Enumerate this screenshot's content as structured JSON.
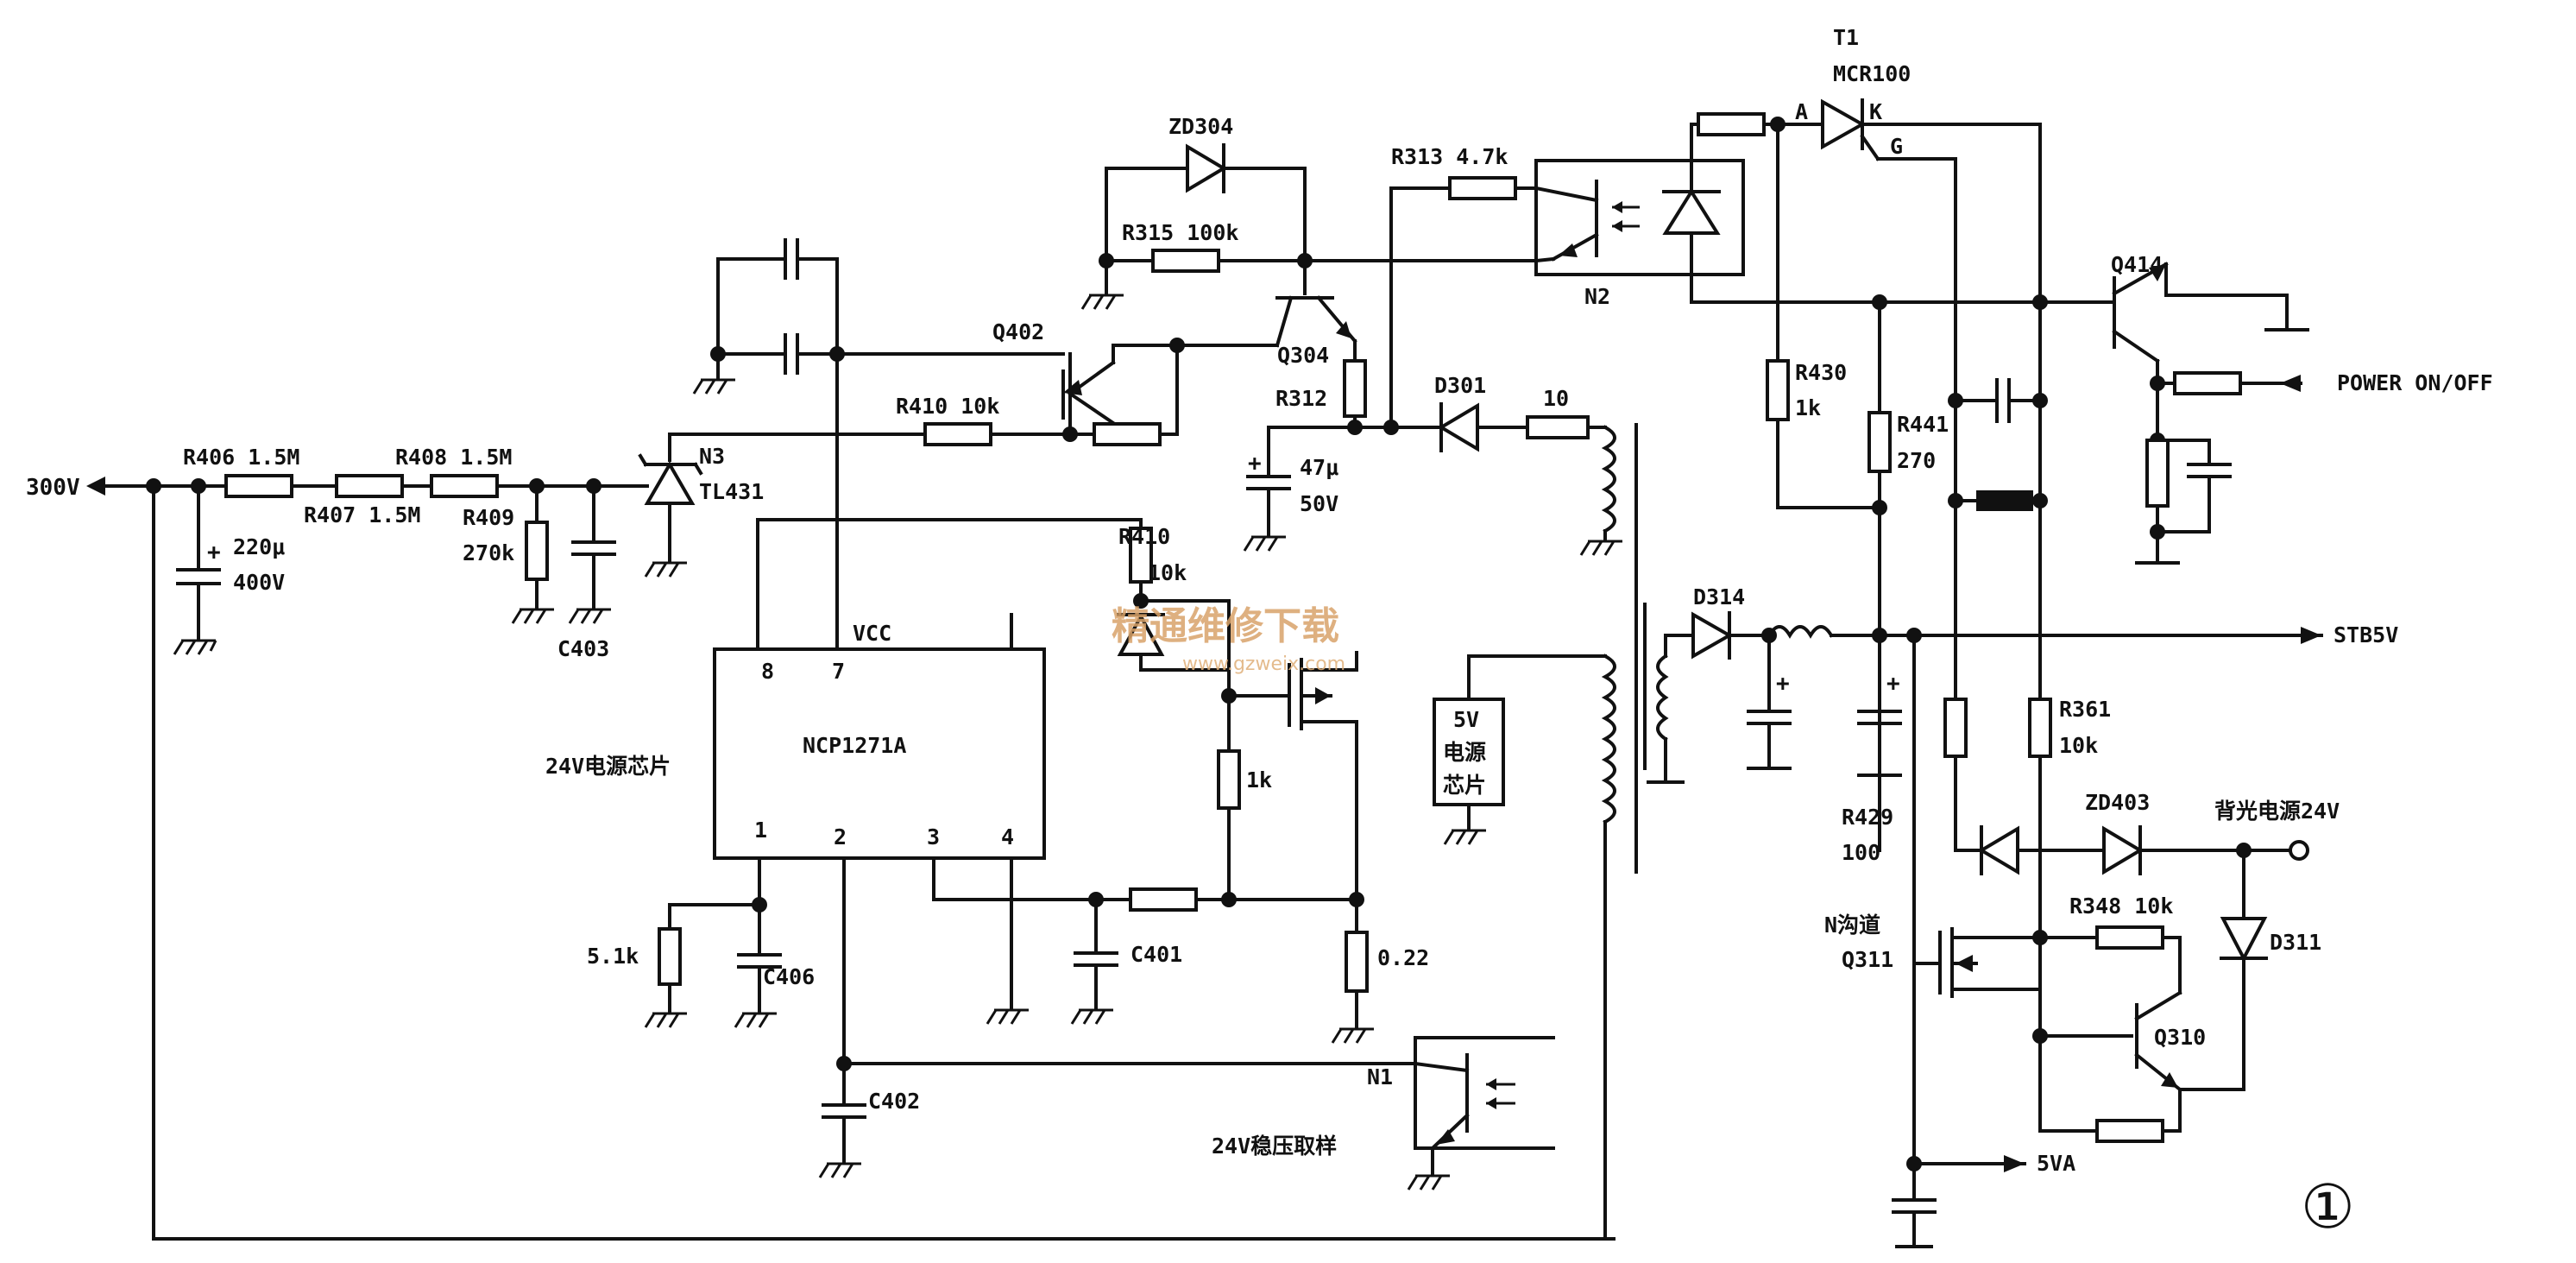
{
  "labels": {
    "input_300v": "300V",
    "r406": "R406 1.5M",
    "r407": "R407 1.5M",
    "r408": "R408 1.5M",
    "r409": "R409",
    "r409_val": "270k",
    "c_220": "220μ",
    "c_220_v": "400V",
    "c403": "C403",
    "n3": "N3",
    "tl431": "TL431",
    "q402": "Q402",
    "zd304": "ZD304",
    "r315": "R315 100k",
    "q304": "Q304",
    "r312": "R312",
    "r410_top": "R410 10k",
    "r313": "R313 4.7k",
    "d301": "D301",
    "ten": "10",
    "c47": "47μ",
    "c47_v": "50V",
    "r410_mid": "R410",
    "r410_mid_val": "10k",
    "vcc": "VCC",
    "pin8": "8",
    "pin7": "7",
    "pin1": "1",
    "pin2": "2",
    "pin3": "3",
    "pin4": "4",
    "chip": "NCP1271A",
    "chip_desc": "24V电源芯片",
    "r_1k": "1k",
    "r_022": "0.22",
    "r_51k": "5.1k",
    "c406": "C406",
    "c401": "C401",
    "c402": "C402",
    "n1": "N1",
    "n1_desc": "24V稳压取样",
    "chip5v_1": "5V",
    "chip5v_2": "电源",
    "chip5v_3": "芯片",
    "n2": "N2",
    "t1": "T1",
    "mcr100": "MCR100",
    "pin_a": "A",
    "pin_k": "K",
    "pin_g": "G",
    "r430": "R430",
    "r430_val": "1k",
    "r441": "R441",
    "r441_val": "270",
    "q414": "Q414",
    "power": "POWER ON/OFF",
    "d314": "D314",
    "stb5v": "STB5V",
    "r361": "R361",
    "r361_val": "10k",
    "r429": "R429",
    "r429_val": "100",
    "zd403": "ZD403",
    "backlight": "背光电源24V",
    "nch": "N沟道",
    "q311": "Q311",
    "r348": "R348 10k",
    "q310": "Q310",
    "d311": "D311",
    "va5": "5VA",
    "fig": "①",
    "watermark_cn": "精通维修下载",
    "watermark_url": "www.gzweix.com"
  }
}
